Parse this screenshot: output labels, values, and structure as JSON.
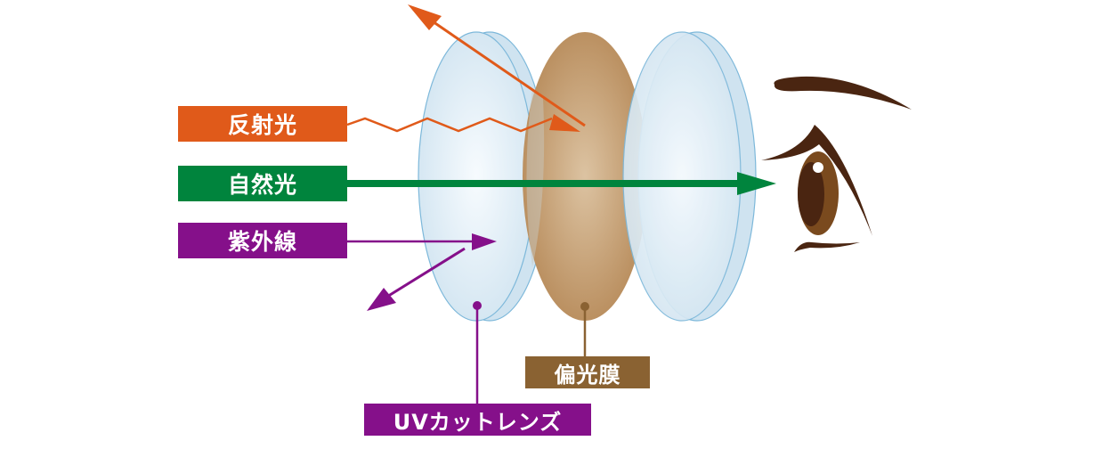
{
  "diagram": {
    "labels": {
      "reflected_light": "反射光",
      "natural_light": "自然光",
      "ultraviolet": "紫外線",
      "polarizing_film": "偏光膜",
      "uv_cut_lens": "UVカットレンズ"
    },
    "colors": {
      "reflected_light": "#E05A1A",
      "natural_light": "#00843D",
      "ultraviolet": "#85108A",
      "polarizing_film": "#8A6232",
      "lens_fill": "#D6E8F3",
      "lens_stroke": "#7DB8DA",
      "film_fill": "#BE9566",
      "eye_brown": "#4A2511",
      "iris": "#7A4A1E"
    }
  }
}
